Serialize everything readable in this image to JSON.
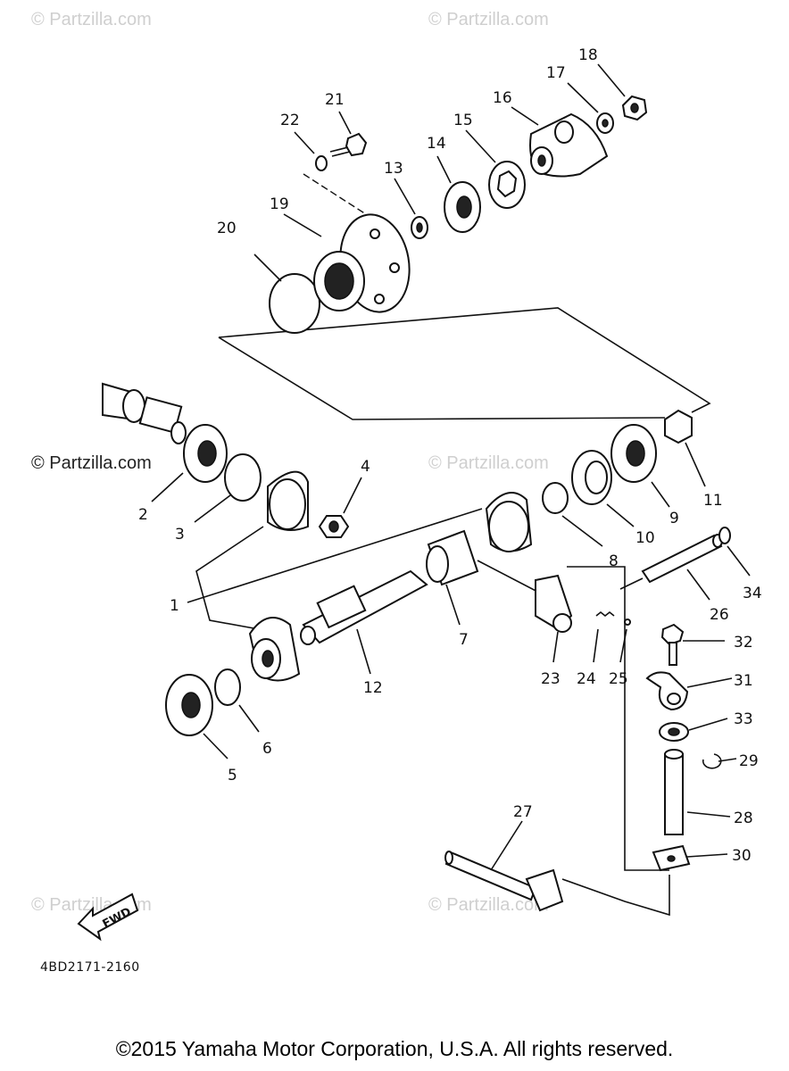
{
  "watermarks": {
    "top_left": "© Partzilla.com",
    "top_center": "© Partzilla.com",
    "mid_left": "© Partzilla.com",
    "mid_center": "© Partzilla.com",
    "bottom_left": "© Partzilla.com",
    "bottom_center": "© Partzilla.com"
  },
  "callouts": [
    "1",
    "2",
    "3",
    "4",
    "5",
    "6",
    "7",
    "8",
    "9",
    "10",
    "11",
    "12",
    "13",
    "14",
    "15",
    "16",
    "17",
    "18",
    "19",
    "20",
    "21",
    "22",
    "23",
    "24",
    "25",
    "26",
    "27",
    "28",
    "29",
    "30",
    "31",
    "32",
    "33",
    "34"
  ],
  "fwd_label": "FWD",
  "diagram_code": "4BD2171-2160",
  "copyright": "©2015 Yamaha Motor Corporation, U.S.A. All rights reserved."
}
